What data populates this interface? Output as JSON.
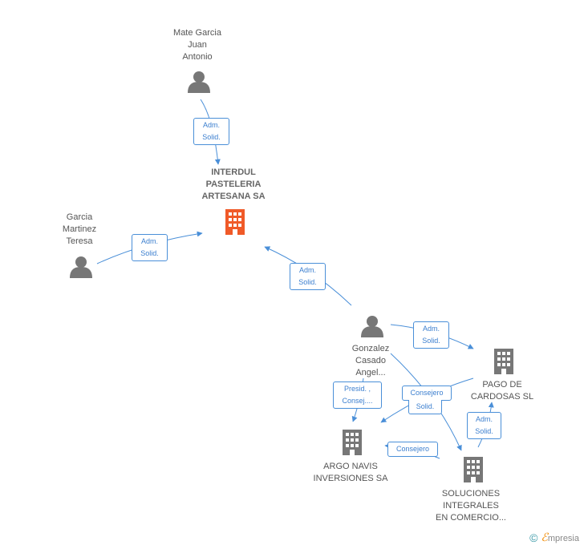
{
  "nodes": {
    "interdul": {
      "lines": [
        "INTERDUL",
        "PASTELERIA",
        "ARTESANA SA"
      ],
      "type": "company",
      "main": true,
      "color": "#f05a28"
    },
    "mate": {
      "lines": [
        "Mate Garcia",
        "Juan",
        "Antonio"
      ],
      "type": "person"
    },
    "garcia": {
      "lines": [
        "Garcia",
        "Martinez",
        "Teresa"
      ],
      "type": "person"
    },
    "gonzalez": {
      "lines": [
        "Gonzalez",
        "Casado",
        "Angel..."
      ],
      "type": "person"
    },
    "pago": {
      "lines": [
        "PAGO DE",
        "CARDOSAS SL"
      ],
      "type": "company"
    },
    "argo": {
      "lines": [
        "ARGO NAVIS",
        "INVERSIONES SA"
      ],
      "type": "company"
    },
    "soluciones": {
      "lines": [
        "SOLUCIONES",
        "INTEGRALES",
        "EN COMERCIO..."
      ],
      "type": "company"
    }
  },
  "edges": {
    "mate_interdul": [
      "Adm.",
      "Solid."
    ],
    "garcia_interdul": [
      "Adm.",
      "Solid."
    ],
    "gonzalez_interdul": [
      "Adm.",
      "Solid."
    ],
    "gonzalez_pago": [
      "Adm.",
      "Solid."
    ],
    "gonzalez_argo": [
      "Presid. ,",
      "Consej...."
    ],
    "gonzalez_soluciones": [
      "Solid."
    ],
    "pago_argo": [
      "Consejero"
    ],
    "soluciones_pago": [
      "Adm.",
      "Solid."
    ],
    "soluciones_argo": [
      "Consejero"
    ]
  },
  "colors": {
    "edge": "#4a8fd8",
    "icon": "#777777",
    "main_icon": "#f05a28"
  },
  "footer": {
    "symbol": "©",
    "brand_initial": "ℰ",
    "brand_rest": "mpresia"
  }
}
